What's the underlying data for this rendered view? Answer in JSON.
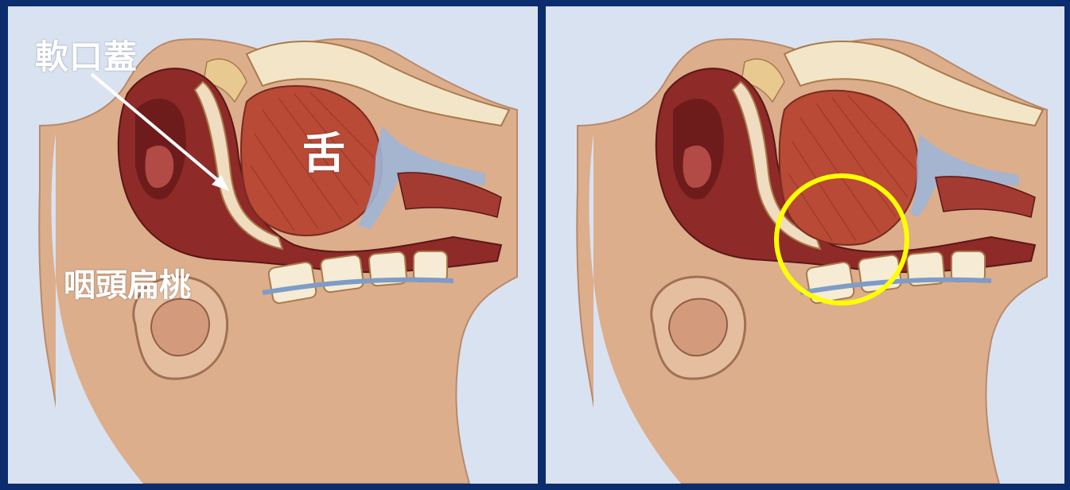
{
  "labels": {
    "soft_palate": "軟口蓋",
    "tongue": "舌",
    "tonsil": "咽頭扁桃"
  },
  "colors": {
    "frame": "#0b2d6e",
    "background": "#d9e2f1",
    "skin": "#dcae8c",
    "muscle": "#9a2e2a",
    "tongue": "#b84a36",
    "bone": "#f3e6c8",
    "highlight_circle": "#ffff00",
    "label_text": "#ffffff"
  }
}
